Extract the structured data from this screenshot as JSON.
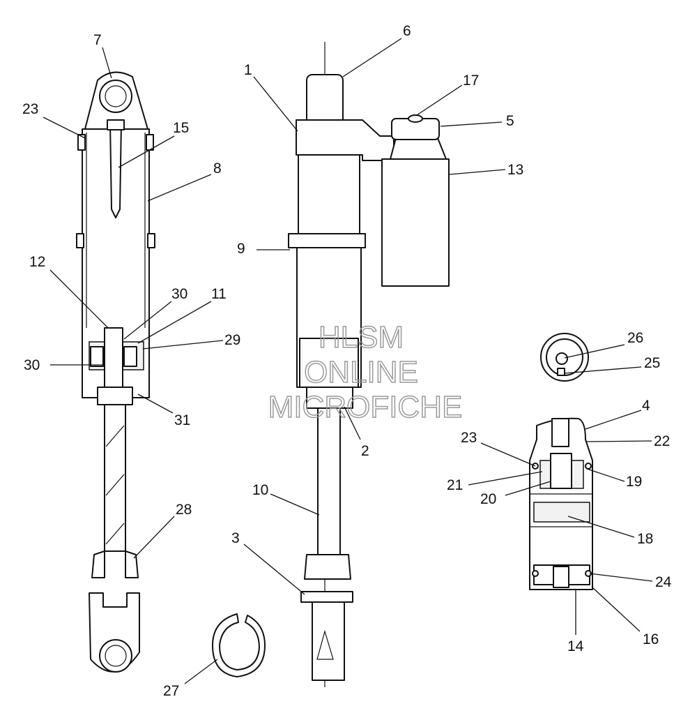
{
  "watermark": {
    "line1": "HLSM",
    "line2": "ONLINE",
    "line3": "MICROFICHE"
  },
  "callouts": {
    "c1": "1",
    "c2": "2",
    "c3": "3",
    "c4": "4",
    "c5": "5",
    "c6": "6",
    "c7": "7",
    "c8": "8",
    "c9": "9",
    "c10": "10",
    "c11": "11",
    "c12": "12",
    "c13": "13",
    "c14": "14",
    "c15": "15",
    "c16": "16",
    "c17": "17",
    "c18": "18",
    "c19": "19",
    "c20": "20",
    "c21": "21",
    "c22": "22",
    "c23a": "23",
    "c23b": "23",
    "c24": "24",
    "c25": "25",
    "c26": "26",
    "c27": "27",
    "c28": "28",
    "c29": "29",
    "c30a": "30",
    "c30b": "30",
    "c31": "31"
  },
  "colors": {
    "line": "#111111",
    "watermark": "#9a9a9a",
    "background": "#ffffff"
  }
}
